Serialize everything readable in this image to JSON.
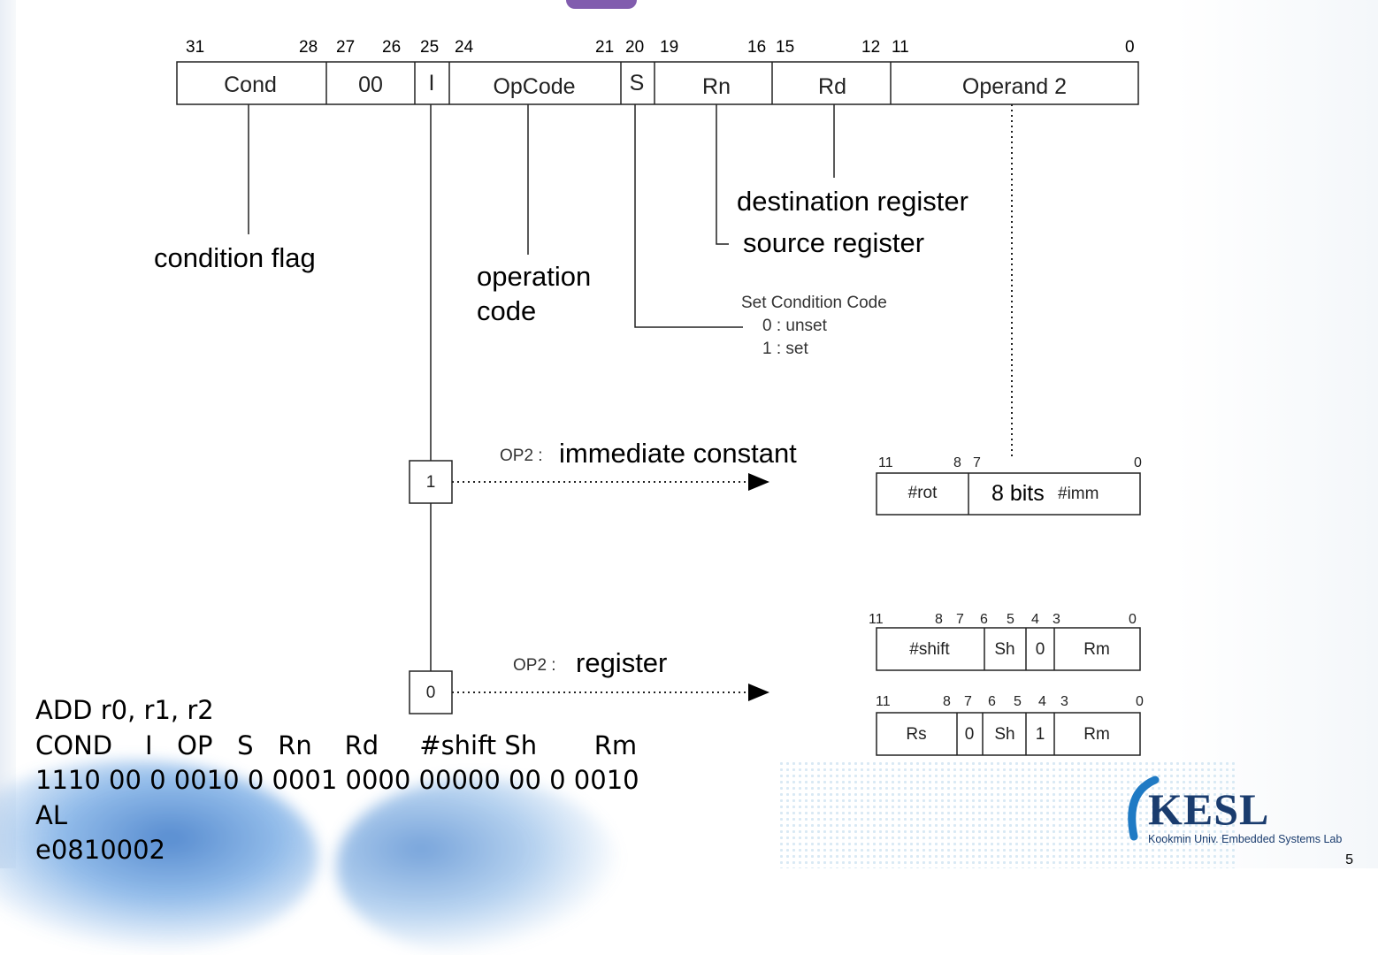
{
  "fields": [
    {
      "label": "Cond",
      "bits_left": "31",
      "bits_right": "28"
    },
    {
      "label": "00",
      "bits_left": "27",
      "bits_right": "26"
    },
    {
      "label": "I",
      "bits_left": "25",
      "bits_right": ""
    },
    {
      "label": "OpCode",
      "bits_left": "24",
      "bits_right": "21"
    },
    {
      "label": "S",
      "bits_left": "20",
      "bits_right": ""
    },
    {
      "label": "Rn",
      "bits_left": "19",
      "bits_right": "16"
    },
    {
      "label": "Rd",
      "bits_left": "15",
      "bits_right": "12"
    },
    {
      "label": "Operand 2",
      "bits_left": "11",
      "bits_right": "0"
    }
  ],
  "annotations": {
    "condition_flag": "condition flag",
    "operation_code_line1": "operation",
    "operation_code_line2": "code",
    "destination_register": "destination register",
    "source_register": "source register",
    "set_condition_title": "Set Condition Code",
    "set_condition_0": "0 : unset",
    "set_condition_1": "1 : set"
  },
  "op2_immediate": {
    "prefix": "OP2 :",
    "label": "immediate constant",
    "i_value": "1",
    "bits": {
      "b11": "11",
      "b8": "8",
      "b7": "7",
      "b0": "0"
    },
    "rot": "#rot",
    "imm_main": "8 bits",
    "imm_sub": "#imm"
  },
  "op2_register": {
    "prefix": "OP2 :",
    "label": "register",
    "i_value": "0",
    "row1": {
      "bits": [
        "11",
        "8",
        "7",
        "6",
        "5",
        "4",
        "3",
        "0"
      ],
      "shift": "#shift",
      "sh": "Sh",
      "zero": "0",
      "rm": "Rm"
    },
    "row2": {
      "bits": [
        "11",
        "8",
        "7",
        "6",
        "5",
        "4",
        "3",
        "0"
      ],
      "rs": "Rs",
      "zero": "0",
      "sh": "Sh",
      "one": "1",
      "rm": "Rm"
    }
  },
  "example": {
    "line1": "ADD r0, r1, r2",
    "line2": "COND    I   OP   S   Rn    Rd     #shift Sh       Rm",
    "line3": "1110 00 0 0010 0 0001 0000 00000 00 0 0010",
    "line4": "AL",
    "line5": "e0810002"
  },
  "logo": {
    "name": "KESL",
    "subtitle": "Kookmin Univ. Embedded Systems Lab"
  },
  "page_number": "5"
}
